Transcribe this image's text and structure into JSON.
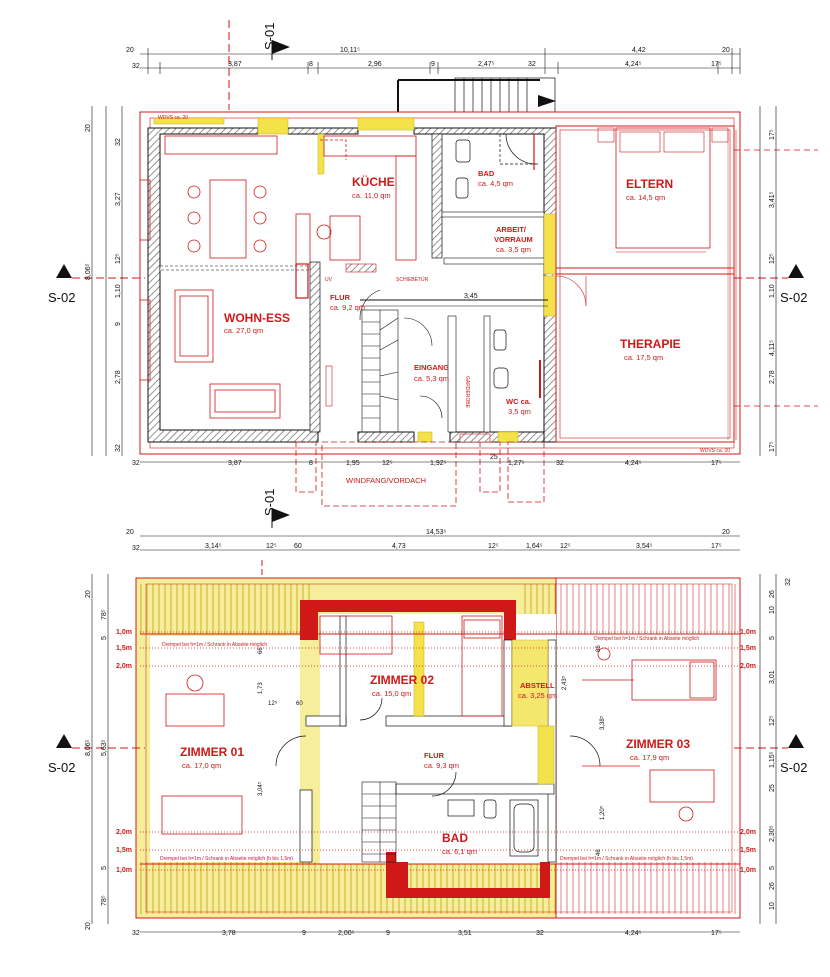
{
  "colors": {
    "wall": "#222222",
    "red": "#d01818",
    "yellow": "#f3e24a",
    "hatch": "#777777"
  },
  "ground_floor": {
    "rooms": [
      {
        "id": "kueche",
        "name": "KÜCHE",
        "area": "ca. 11,0 qm"
      },
      {
        "id": "bad",
        "name": "BAD",
        "area": "ca. 4,5 qm"
      },
      {
        "id": "eltern",
        "name": "ELTERN",
        "area": "ca. 14,5 qm"
      },
      {
        "id": "arbeit",
        "name": "ARBEIT/",
        "name2": "VORRAUM",
        "area": "ca. 3,5 qm"
      },
      {
        "id": "flur",
        "name": "FLUR",
        "area": "ca. 9,2 qm"
      },
      {
        "id": "wohn",
        "name": "WOHN-ESS",
        "area": "ca. 27,0 qm"
      },
      {
        "id": "therapie",
        "name": "THERAPIE",
        "area": "ca. 17,5 qm"
      },
      {
        "id": "eingang",
        "name": "EINGANG",
        "area": "ca. 5,3 qm"
      },
      {
        "id": "wc",
        "name": "WC ca.",
        "area": "3,5 qm"
      }
    ],
    "windfang": "WINDFANG/VORDACH",
    "small_labels": {
      "uv": "UV",
      "schiebetuer": "SCHIEBETÜR",
      "garderobe": "GARDEROBE",
      "wdvs_tl": "WDVS ca. 20",
      "wdvs_br": "WDVS ca. 20"
    },
    "dim_top_outer": {
      "l": "20",
      "c": "10,11⁵",
      "r1": "4,42",
      "r2": "20"
    },
    "dim_top_inner": [
      "32",
      "3,87",
      "8",
      "2,96",
      "9",
      "2,47⁵",
      "32",
      "4,24⁵",
      "17⁵"
    ],
    "dim_bottom": [
      "32",
      "3,87",
      "8",
      "1,95",
      "12⁵",
      "1,92⁵",
      "25",
      "1,27⁵",
      "32",
      "4,24⁵",
      "17⁵"
    ],
    "dim_inner": "3,45",
    "dim_left_outer": "8,06⁵",
    "dim_left_inner": [
      "20",
      "32",
      "3,27",
      "12⁵",
      "1,10",
      "9",
      "2,78",
      "32"
    ],
    "dim_right": [
      "17⁵",
      "3,41⁵",
      "12⁵",
      "1,10",
      "4,11⁵",
      "2,78",
      "17⁵"
    ]
  },
  "upper_floor": {
    "rooms": [
      {
        "id": "z01",
        "name": "ZIMMER 01",
        "area": "ca. 17,0 qm"
      },
      {
        "id": "z02",
        "name": "ZIMMER 02",
        "area": "ca. 15,0 qm"
      },
      {
        "id": "abst",
        "name": "ABSTELL",
        "area": "ca. 3,25 qm"
      },
      {
        "id": "z03",
        "name": "ZIMMER 03",
        "area": "ca. 17,9 qm"
      },
      {
        "id": "flur2",
        "name": "FLUR",
        "area": "ca. 9,3 qm"
      },
      {
        "id": "bad2",
        "name": "BAD",
        "area": "ca. 6,1 qm"
      }
    ],
    "heights": [
      "1,0m",
      "1,5m",
      "2,0m",
      "2,0m",
      "1,5m",
      "1,0m"
    ],
    "notes": {
      "kniestock_top": "Drempel bei h=1m / Schrank in Abseite möglich",
      "kniestock_bot": "Drempel bei h=1m / Schrank in Abseite möglich (h bis 1,5m)"
    },
    "dim_top_outer": {
      "l": "20",
      "c": "14,53⁵",
      "r": "20"
    },
    "dim_top_inner": [
      "32",
      "3,14⁵",
      "12⁵",
      "60",
      "4,73",
      "12⁵",
      "1,64⁵",
      "12⁵",
      "3,54⁵",
      "17⁵"
    ],
    "dim_bottom": [
      "32",
      "3,78",
      "9",
      "2,00⁵",
      "9",
      "3,51",
      "32",
      "4,24⁵",
      "17⁵"
    ],
    "dim_left_outer": "8,06⁵",
    "dim_left_inner": [
      "20",
      "78⁵",
      "5",
      "5,63⁵",
      "5",
      "78⁵",
      "20"
    ],
    "dim_right": [
      "32",
      "26",
      "10",
      "5",
      "3,01",
      "12⁵",
      "1,15⁵",
      "25",
      "2,30⁵",
      "5",
      "26",
      "10"
    ],
    "inner_dims": [
      "1,73",
      "12⁵",
      "60",
      "3,04⁵",
      "2,43⁵",
      "3,38⁵",
      "1,20⁵",
      "86",
      "46",
      "66"
    ]
  },
  "sections": {
    "s01": "S-01",
    "s02": "S-02"
  }
}
